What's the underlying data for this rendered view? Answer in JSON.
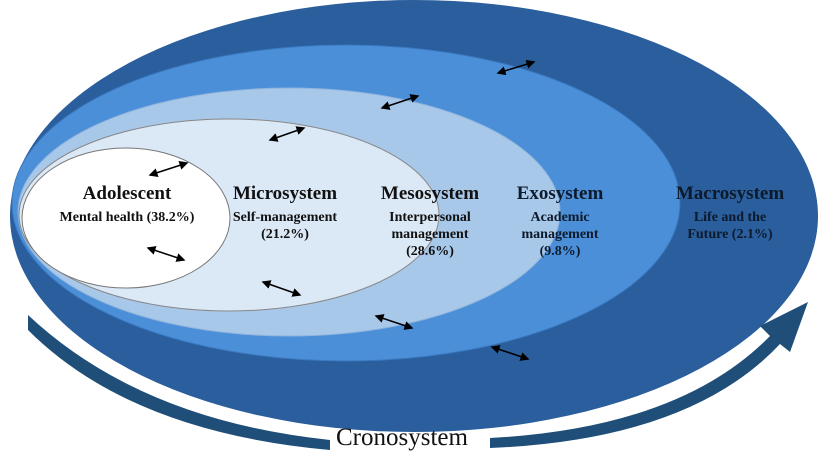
{
  "layers": [
    {
      "title": "Adolescent",
      "lines": [
        "Mental health (38.2%)"
      ],
      "color": "#ffffff"
    },
    {
      "title": "Microsystem",
      "lines": [
        "Self-management",
        "(21.2%)"
      ],
      "color": "#dbe8f6"
    },
    {
      "title": "Mesosystem",
      "lines": [
        "Interpersonal",
        "management",
        "(28.6%)"
      ],
      "color": "#a8c8ea"
    },
    {
      "title": "Exosystem",
      "lines": [
        "Academic",
        "management",
        "(9.8%)"
      ],
      "color": "#4b8fd8"
    },
    {
      "title": "Macrosystem",
      "lines": [
        "Life and the",
        "Future (2.1%)"
      ],
      "color": "#2a5e9c"
    }
  ],
  "cronosystem": {
    "label": "Cronosystem",
    "color": "#1f4e79"
  }
}
